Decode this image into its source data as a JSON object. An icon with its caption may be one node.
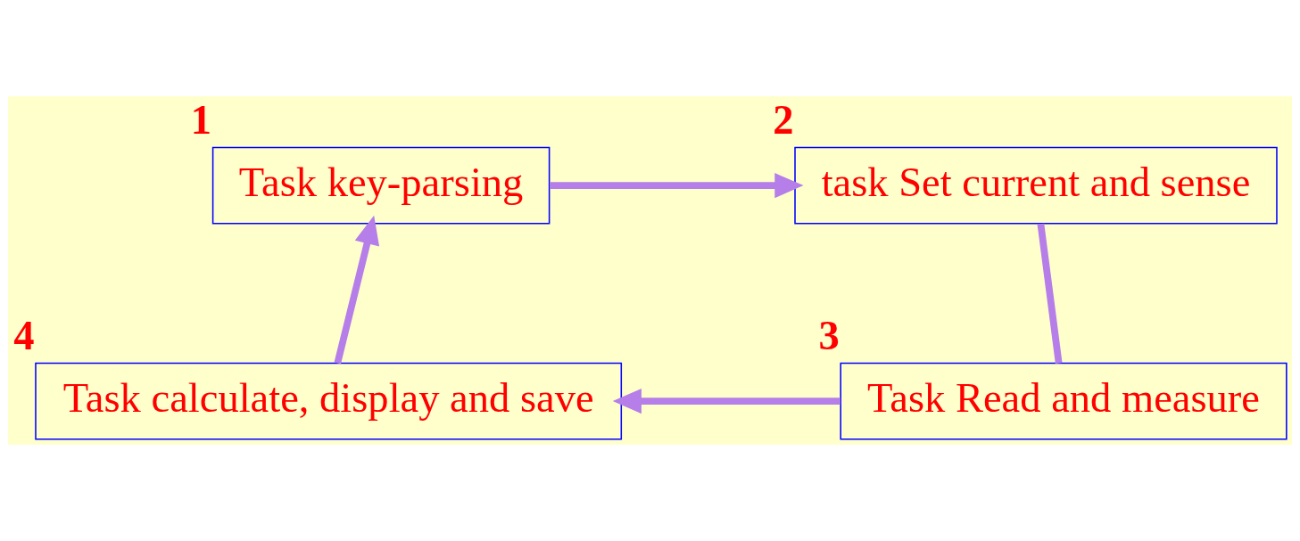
{
  "diagram": {
    "nodes": [
      {
        "text": [
          "Task key-parsing"
        ],
        "beside": [
          "1"
        ]
      },
      {
        "text": [
          "task Set current and sense"
        ],
        "beside": [
          "2"
        ]
      },
      {
        "text": [
          "Task Read and measure"
        ],
        "beside": [
          "3"
        ]
      },
      {
        "text": [
          "Task calculate, display and save"
        ],
        "beside": [
          "4"
        ]
      }
    ],
    "edges": [
      {
        "from": 0,
        "to": 1,
        "arrow": "to"
      },
      {
        "from": 1,
        "to": 2,
        "arrow": "none"
      },
      {
        "from": 2,
        "to": 3,
        "arrow": "to"
      },
      {
        "from": 3,
        "to": 0,
        "arrow": "to"
      }
    ]
  }
}
